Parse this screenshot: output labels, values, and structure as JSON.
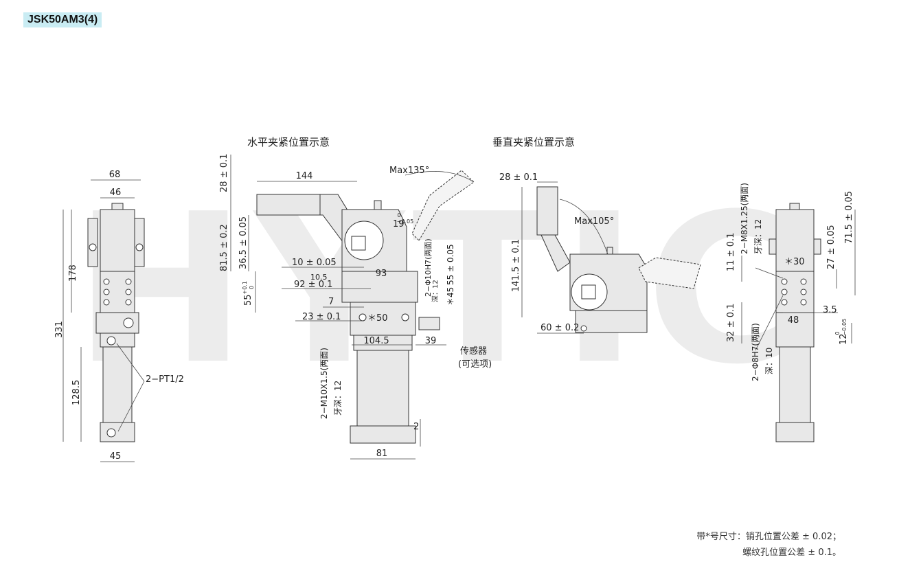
{
  "model": "JSK50AM3(4)",
  "watermark": "HYTIC",
  "views": {
    "horizontal_title": "水平夹紧位置示意",
    "vertical_title": "垂直夹紧位置示意"
  },
  "dims": {
    "d68": "68",
    "d46": "46",
    "d178": "178",
    "d331": "331",
    "d1285": "128.5",
    "d45": "45",
    "pt": "2−PT1/2",
    "d144": "144",
    "d28": "28 ± 0.1",
    "d815": "81.5 ± 0.2",
    "d365": "36.5 ± 0.05",
    "d55": "55",
    "d55tol": "+0.1",
    "d55tol0": "0",
    "max135": "Max135°",
    "d19": "19",
    "d19tol": "0",
    "d19tol2": "−0.05",
    "d10": "10 ± 0.05",
    "d105": "10.5",
    "d93": "93",
    "d92": "92 ± 0.1",
    "d7": "7",
    "d23": "23 ± 0.1",
    "d50": "＊50",
    "phi10": "2−Φ10H7(两面)",
    "deep12a": "深：12",
    "d55b": "55 ± 0.05",
    "d45s": "＊45",
    "m10": "2−M10X1.5(两面)",
    "deep12b": "牙深：12",
    "d1045": "104.5",
    "d39": "39",
    "d81": "81",
    "d2": "2",
    "sensor": "传感器",
    "sensor_opt": "(可选项)",
    "d28b": "28 ± 0.1",
    "max105": "Max105°",
    "d1415": "141.5 ± 0.1",
    "d60": "60 ± 0.2",
    "m8": "2−M8X1.25(两面)",
    "deep12c": "牙深：12",
    "d11": "11 ± 0.1",
    "d30": "＊30",
    "d27": "27 ± 0.05",
    "d715": "71.5 ± 0.05",
    "d32": "32 ± 0.1",
    "d48": "48",
    "d35": "3.5",
    "d12": "12",
    "d12tol": "0",
    "d12tol2": "−0.05",
    "phi8": "2−Φ8H7(两面)",
    "deep10": "深：10"
  },
  "notes": {
    "line1": "带*号尺寸：销孔位置公差 ± 0.02；",
    "line2": "螺纹孔位置公差 ± 0.1。"
  },
  "colors": {
    "badge": "#c9ecf3",
    "line": "#333333",
    "fill": "#e6e6e6",
    "watermark": "#ececec"
  }
}
